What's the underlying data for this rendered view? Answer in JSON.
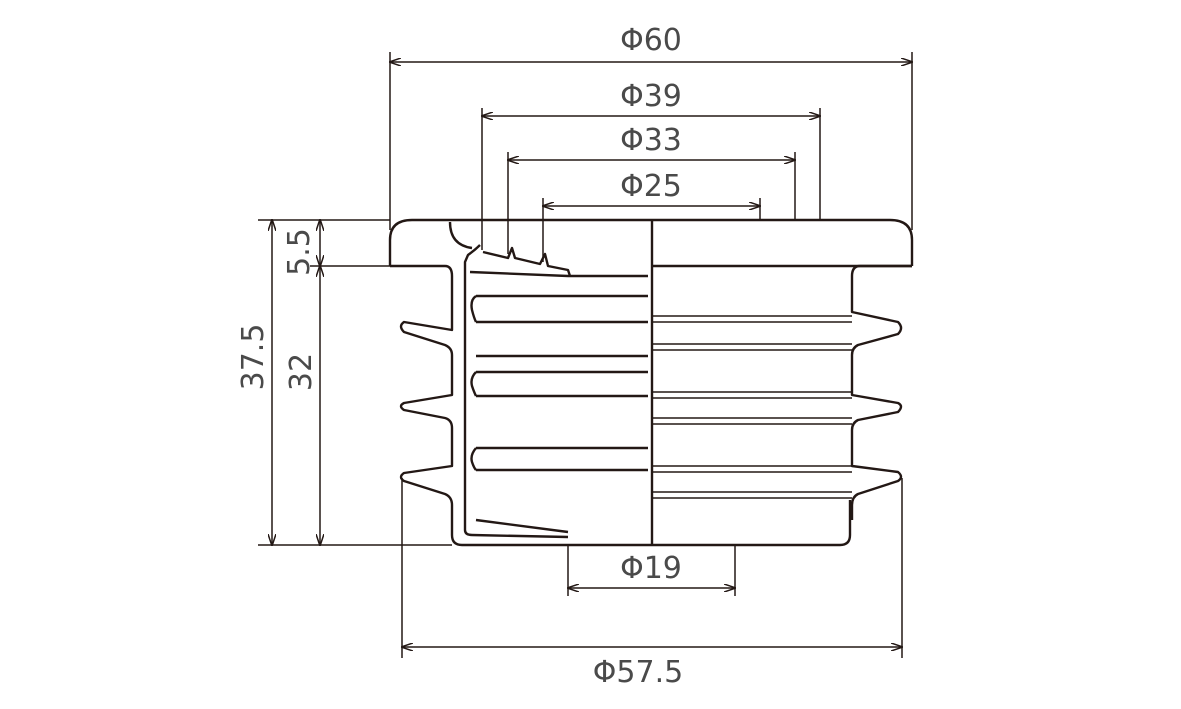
{
  "dimensions": {
    "outer_flange_diameter": "Φ60",
    "inner_39": "Φ39",
    "inner_33": "Φ33",
    "inner_25": "Φ25",
    "bore_19": "Φ19",
    "body_diameter": "Φ57.5",
    "total_height": "37.5",
    "body_height": "32",
    "flange_height": "5.5"
  },
  "colors": {
    "line": "#231815",
    "text": "#4a4a4a",
    "background": "#ffffff"
  }
}
